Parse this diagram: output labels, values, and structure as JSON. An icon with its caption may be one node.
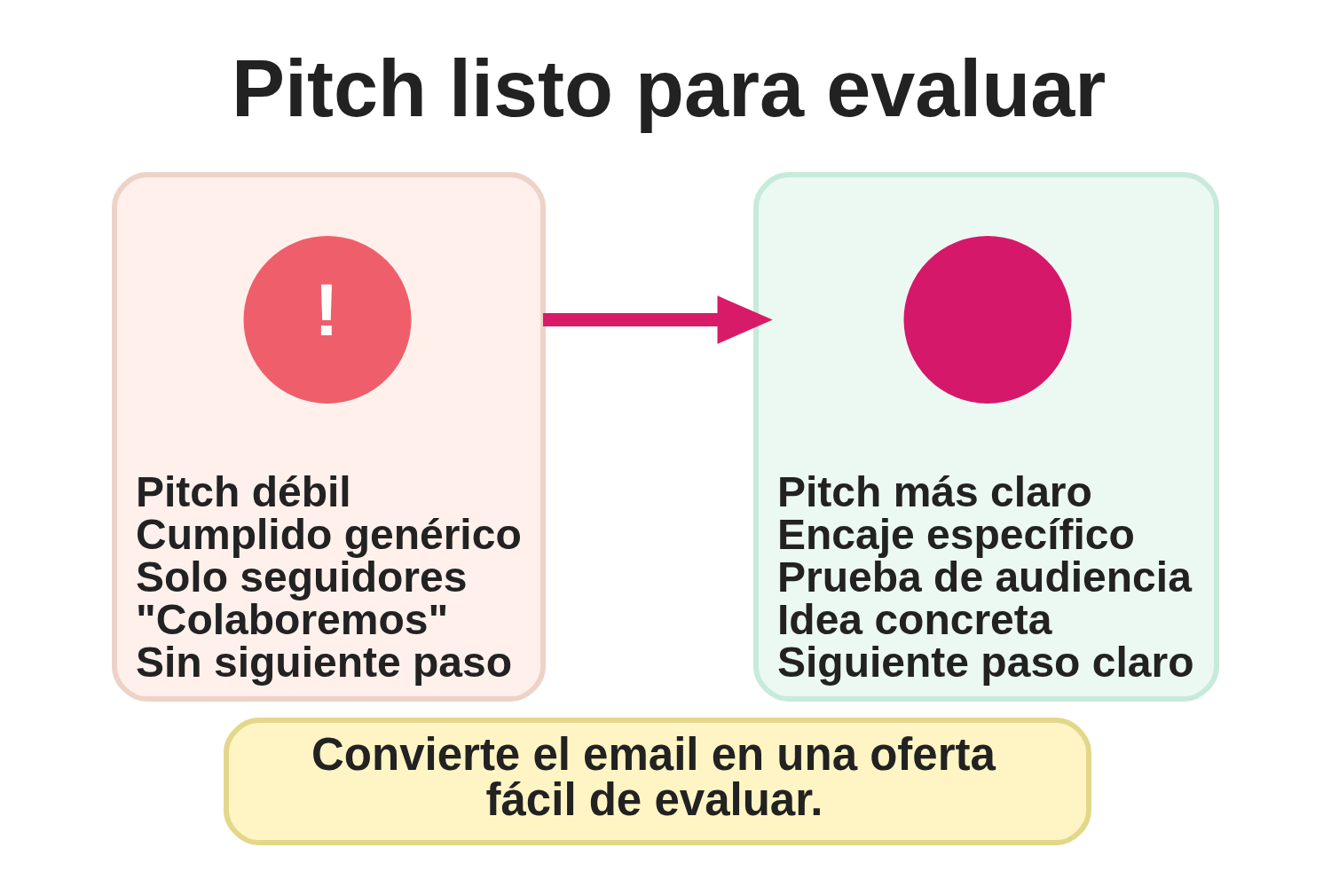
{
  "diagram": {
    "title": "Pitch listo para evaluar",
    "nodes": [
      {
        "text": [
          "Pitch débil",
          "Cumplido genérico",
          "Solo seguidores",
          "\"Colaboremos\"",
          "Sin siguiente paso"
        ]
      },
      {
        "text": [
          "!"
        ],
        "in": 0
      },
      {
        "text": [
          "Pitch más claro",
          "Encaje específico",
          "Prueba de audiencia",
          "Idea concreta",
          "Siguiente paso claro"
        ]
      },
      {
        "text": [],
        "shape": "circle",
        "in": 2
      },
      {
        "text": [
          "Convierte el email en una oferta fácil de evaluar."
        ]
      }
    ],
    "edges": [
      {
        "from": 0,
        "to": 2,
        "arrow": "to",
        "color": "#d81b68"
      }
    ]
  }
}
